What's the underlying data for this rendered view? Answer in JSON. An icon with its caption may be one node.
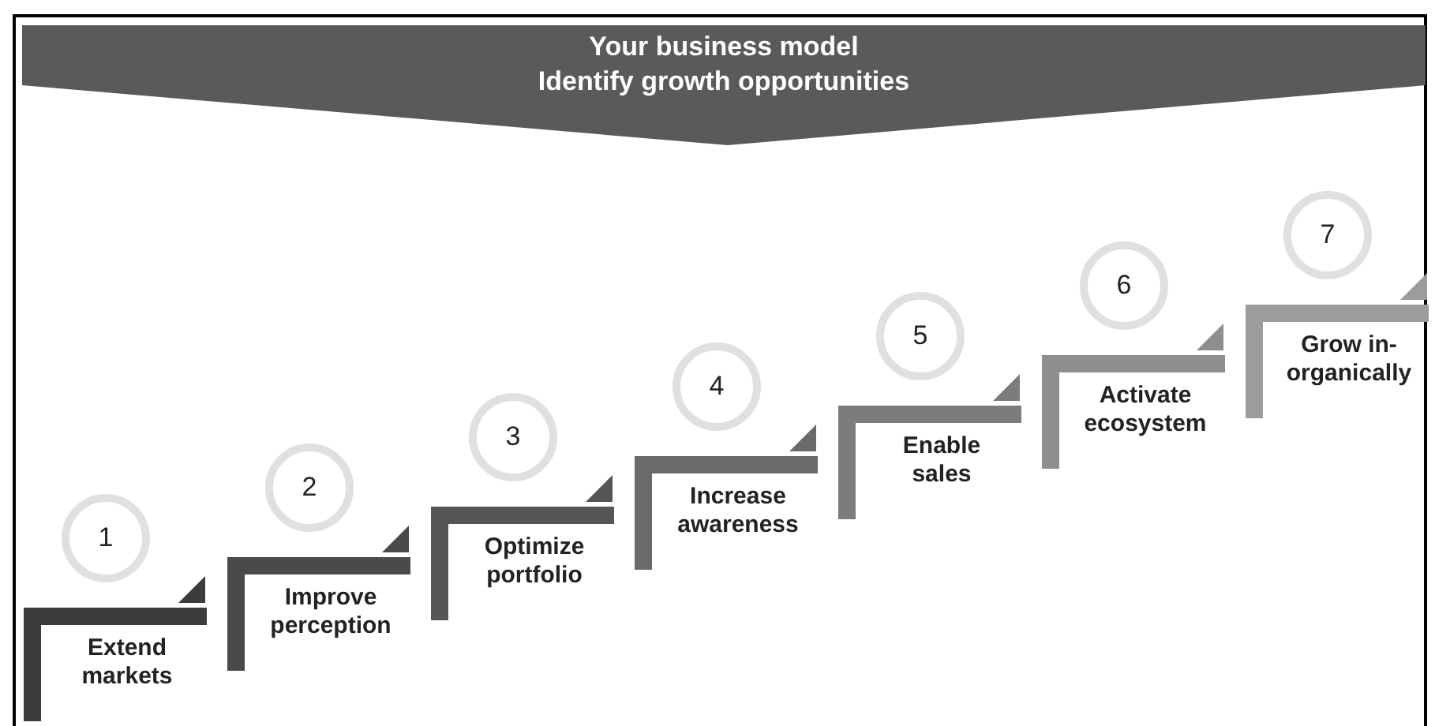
{
  "diagram": {
    "nodes": [
      {
        "text": [
          "Your business model",
          "Identify growth opportunities"
        ]
      },
      {
        "text": [
          "1"
        ]
      },
      {
        "text": [
          "Extend markets"
        ]
      },
      {
        "text": [
          "2"
        ]
      },
      {
        "text": [
          "Improve perception"
        ]
      },
      {
        "text": [
          "3"
        ]
      },
      {
        "text": [
          "Optimize portfolio"
        ]
      },
      {
        "text": [
          "4"
        ]
      },
      {
        "text": [
          "Increase awareness"
        ]
      },
      {
        "text": [
          "5"
        ]
      },
      {
        "text": [
          "Enable sales"
        ]
      },
      {
        "text": [
          "6"
        ]
      },
      {
        "text": [
          "Activate ecosystem"
        ]
      },
      {
        "text": [
          "7"
        ]
      },
      {
        "text": [
          "Grow in-organically"
        ]
      }
    ]
  }
}
